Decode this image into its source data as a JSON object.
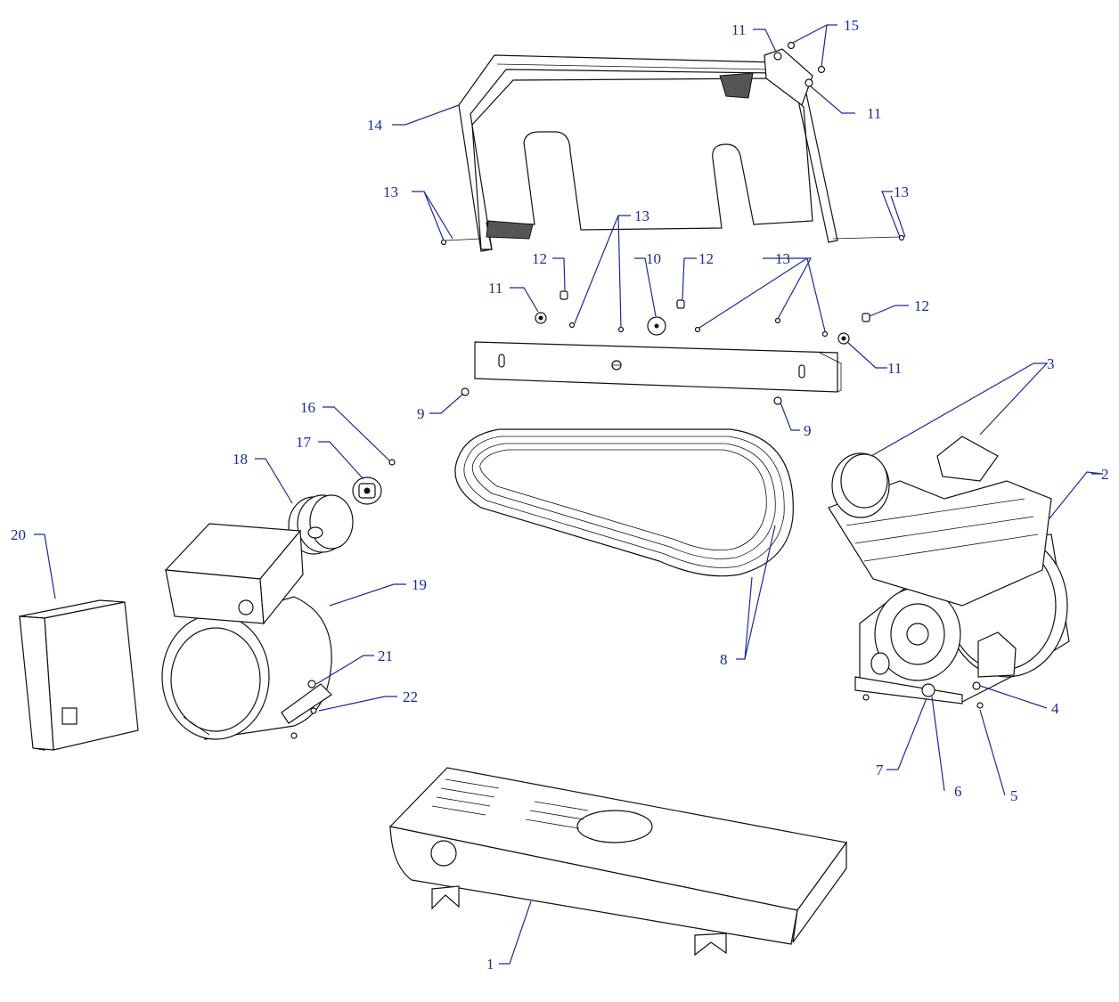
{
  "diagram": {
    "callouts": [
      {
        "id": "c1",
        "label": "1"
      },
      {
        "id": "c2",
        "label": "2"
      },
      {
        "id": "c3",
        "label": "3"
      },
      {
        "id": "c4",
        "label": "4"
      },
      {
        "id": "c5",
        "label": "5"
      },
      {
        "id": "c6",
        "label": "6"
      },
      {
        "id": "c7",
        "label": "7"
      },
      {
        "id": "c8",
        "label": "8"
      },
      {
        "id": "c9a",
        "label": "9"
      },
      {
        "id": "c9b",
        "label": "9"
      },
      {
        "id": "c10",
        "label": "10"
      },
      {
        "id": "c11a",
        "label": "11"
      },
      {
        "id": "c11b",
        "label": "11"
      },
      {
        "id": "c11c",
        "label": "11"
      },
      {
        "id": "c11d",
        "label": "11"
      },
      {
        "id": "c12a",
        "label": "12"
      },
      {
        "id": "c12b",
        "label": "12"
      },
      {
        "id": "c12c",
        "label": "12"
      },
      {
        "id": "c13a",
        "label": "13"
      },
      {
        "id": "c13b",
        "label": "13"
      },
      {
        "id": "c13c",
        "label": "13"
      },
      {
        "id": "c13d",
        "label": "13"
      },
      {
        "id": "c14",
        "label": "14"
      },
      {
        "id": "c15",
        "label": "15"
      },
      {
        "id": "c16",
        "label": "16"
      },
      {
        "id": "c17",
        "label": "17"
      },
      {
        "id": "c18",
        "label": "18"
      },
      {
        "id": "c19",
        "label": "19"
      },
      {
        "id": "c20",
        "label": "20"
      },
      {
        "id": "c21",
        "label": "21"
      },
      {
        "id": "c22",
        "label": "22"
      }
    ],
    "colors": {
      "callout": "#1a2a9a",
      "linework": "#111111"
    }
  }
}
